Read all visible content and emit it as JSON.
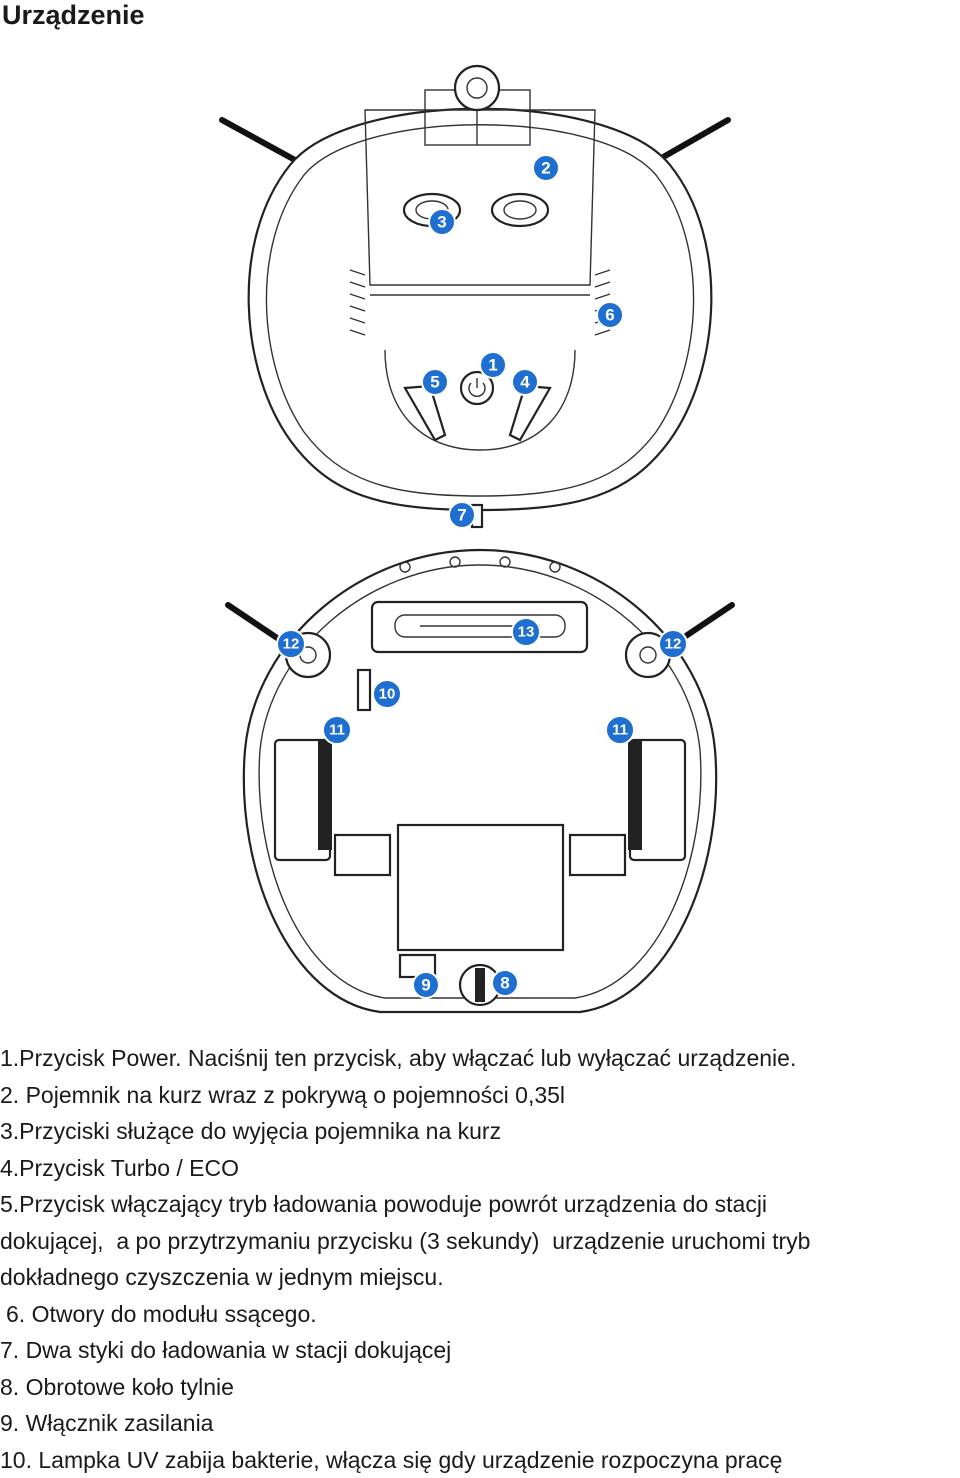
{
  "page": {
    "title": "Urządzenie"
  },
  "figure": {
    "top_view_callouts": [
      "1",
      "2",
      "3",
      "4",
      "5",
      "6",
      "7"
    ],
    "bottom_view_callouts": [
      "8",
      "9",
      "10",
      "11",
      "11",
      "12",
      "12",
      "13"
    ],
    "callout_color": "#1f6fd1"
  },
  "legend": {
    "items": [
      "1.Przycisk Power. Naciśnij ten przycisk, aby włączać lub wyłączać urządzenie.",
      "2. Pojemnik na kurz wraz z pokrywą o pojemności 0,35l",
      "3.Przyciski służące do wyjęcia pojemnika na kurz",
      "4.Przycisk Turbo / ECO",
      "5.Przycisk włączający tryb ładowania powoduje powrót urządzenia do stacji",
      "dokującej,  a po przytrzymaniu przycisku (3 sekundy)  urządzenie uruchomi tryb",
      "dokładnego czyszczenia w jednym miejscu.",
      "6. Otwory do modułu ssącego.",
      "7. Dwa styki do ładowania w stacji dokującej",
      "8. Obrotowe koło tylnie",
      "9. Włącznik zasilania",
      "10. Lampka UV zabija bakterie, włącza się gdy urządzenie rozpoczyna pracę"
    ]
  }
}
